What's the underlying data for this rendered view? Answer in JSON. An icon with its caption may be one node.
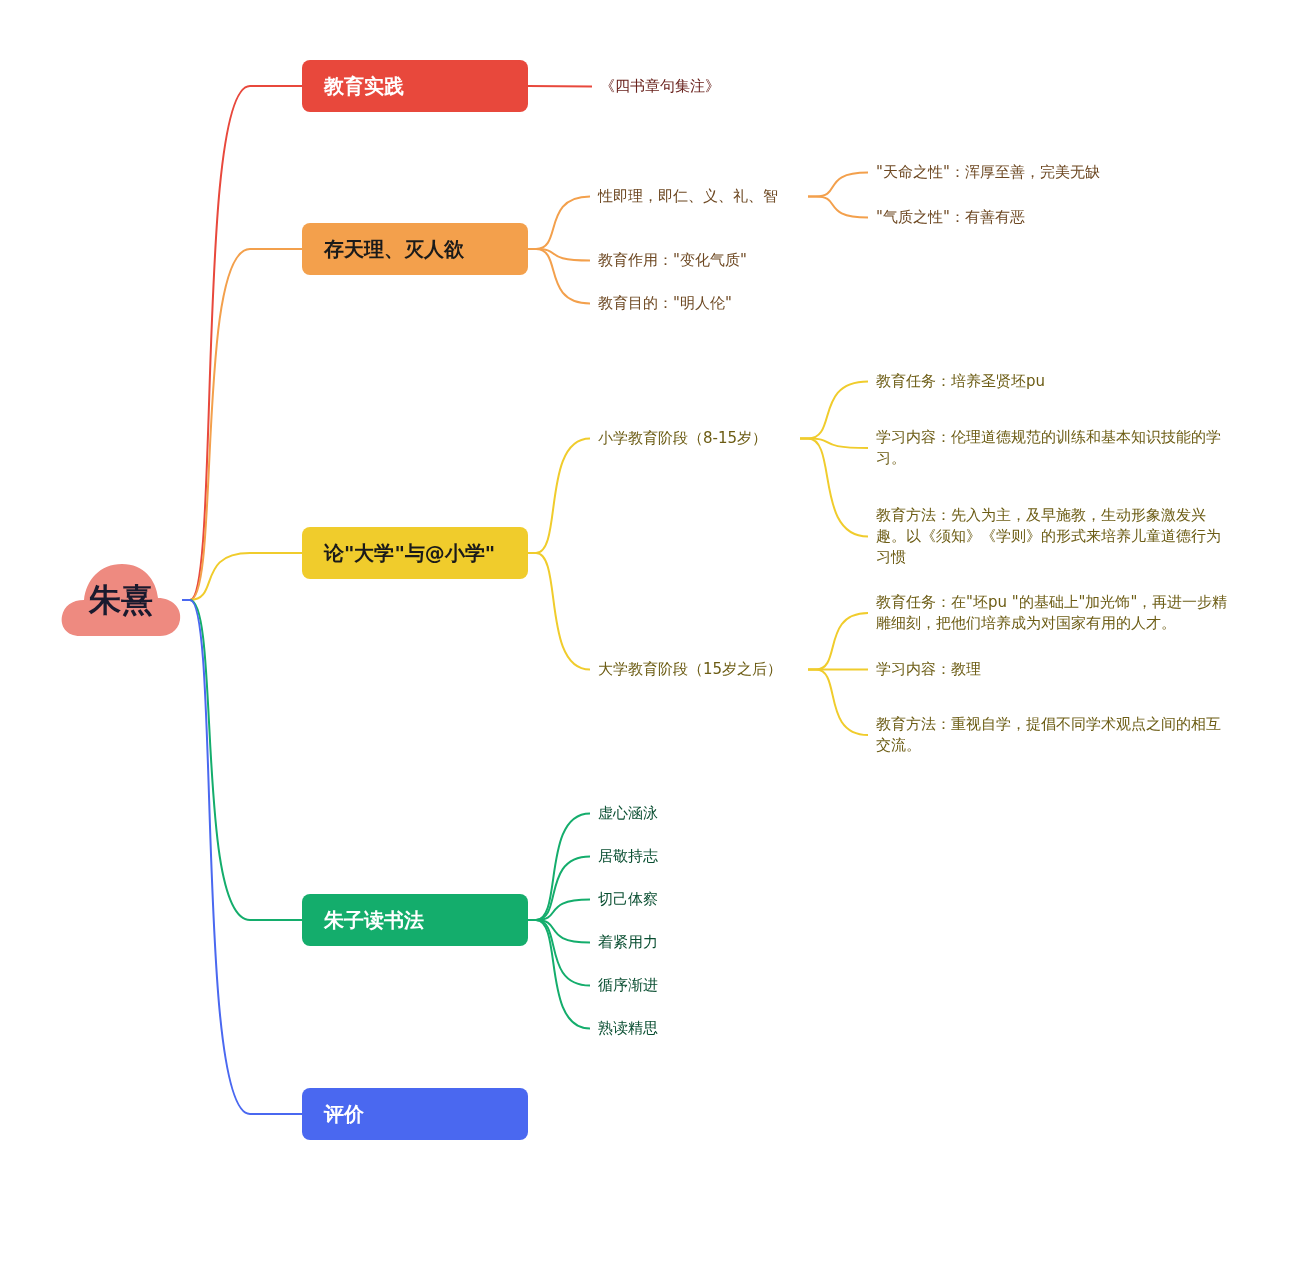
{
  "diagram": {
    "nodes": [
      {
        "text": [
          "朱熹"
        ]
      },
      {
        "text": [
          "教育实践"
        ]
      },
      {
        "text": [
          "《四书章句集注》"
        ]
      },
      {
        "text": [
          "存天理、灭人欲"
        ]
      },
      {
        "text": [
          "性即理，即仁、义、礼、智"
        ]
      },
      {
        "text": [
          "\"天命之性\"：浑厚至善，完美无缺"
        ]
      },
      {
        "text": [
          "\"气质之性\"：有善有恶"
        ]
      },
      {
        "text": [
          "教育作用：\"变化气质\""
        ]
      },
      {
        "text": [
          "教育目的：\"明人伦\""
        ]
      },
      {
        "text": [
          "论\"大学\"与@小学\""
        ]
      },
      {
        "text": [
          "小学教育阶段（8-15岁）"
        ]
      },
      {
        "text": [
          "教育任务：培养圣贤坯pu"
        ]
      },
      {
        "text": [
          "学习内容：伦理道德规范的训练和基本知识技能的学习。"
        ]
      },
      {
        "text": [
          "教育方法：先入为主，及早施教，生动形象激发兴趣。以《须知》《学则》的形式来培养儿童道德行为习惯"
        ]
      },
      {
        "text": [
          "大学教育阶段（15岁之后）"
        ]
      },
      {
        "text": [
          "教育任务：在\"坯pu \"的基础上\"加光饰\"，再进一步精雕细刻，把他们培养成为对国家有用的人才。"
        ]
      },
      {
        "text": [
          "学习内容：教理"
        ]
      },
      {
        "text": [
          "教育方法：重视自学，提倡不同学术观点之间的相互交流。"
        ]
      },
      {
        "text": [
          "朱子读书法"
        ]
      },
      {
        "text": [
          "虚心涵泳"
        ]
      },
      {
        "text": [
          "居敬持志"
        ]
      },
      {
        "text": [
          "切己体察"
        ]
      },
      {
        "text": [
          "着紧用力"
        ]
      },
      {
        "text": [
          "循序渐进"
        ]
      },
      {
        "text": [
          "熟读精思"
        ]
      },
      {
        "text": [
          "评价"
        ]
      }
    ],
    "edges": [
      {
        "from": 0,
        "to": 1,
        "arrow": "none",
        "color": "#e8483c"
      },
      {
        "from": 1,
        "to": 2,
        "arrow": "none",
        "color": "#e8483c"
      },
      {
        "from": 0,
        "to": 3,
        "arrow": "none",
        "color": "#f3a04c"
      },
      {
        "from": 3,
        "to": 4,
        "arrow": "none",
        "color": "#f3a04c"
      },
      {
        "from": 4,
        "to": 5,
        "arrow": "none",
        "color": "#f3a04c"
      },
      {
        "from": 4,
        "to": 6,
        "arrow": "none",
        "color": "#f3a04c"
      },
      {
        "from": 3,
        "to": 7,
        "arrow": "none",
        "color": "#f3a04c"
      },
      {
        "from": 3,
        "to": 8,
        "arrow": "none",
        "color": "#f3a04c"
      },
      {
        "from": 0,
        "to": 9,
        "arrow": "none"
      },
      {
        "from": 9,
        "to": 10,
        "arrow": "none"
      },
      {
        "from": 10,
        "to": 11,
        "arrow": "none"
      },
      {
        "from": 10,
        "to": 12,
        "arrow": "none"
      },
      {
        "from": 10,
        "to": 13,
        "arrow": "none"
      },
      {
        "from": 9,
        "to": 14,
        "arrow": "none"
      },
      {
        "from": 14,
        "to": 15,
        "arrow": "none"
      },
      {
        "from": 14,
        "to": 16,
        "arrow": "none"
      },
      {
        "from": 14,
        "to": 17,
        "arrow": "none"
      },
      {
        "from": 0,
        "to": 18,
        "arrow": "none",
        "color": "#14ad6c"
      },
      {
        "from": 18,
        "to": 19,
        "arrow": "none",
        "color": "#14ad6c"
      },
      {
        "from": 18,
        "to": 20,
        "arrow": "none",
        "color": "#14ad6c"
      },
      {
        "from": 18,
        "to": 21,
        "arrow": "none",
        "color": "#14ad6c"
      },
      {
        "from": 18,
        "to": 22,
        "arrow": "none",
        "color": "#14ad6c"
      },
      {
        "from": 18,
        "to": 23,
        "arrow": "none",
        "color": "#14ad6c"
      },
      {
        "from": 18,
        "to": 24,
        "arrow": "none",
        "color": "#14ad6c"
      },
      {
        "from": 0,
        "to": 25,
        "arrow": "none",
        "color": "#4a68f0"
      }
    ]
  }
}
